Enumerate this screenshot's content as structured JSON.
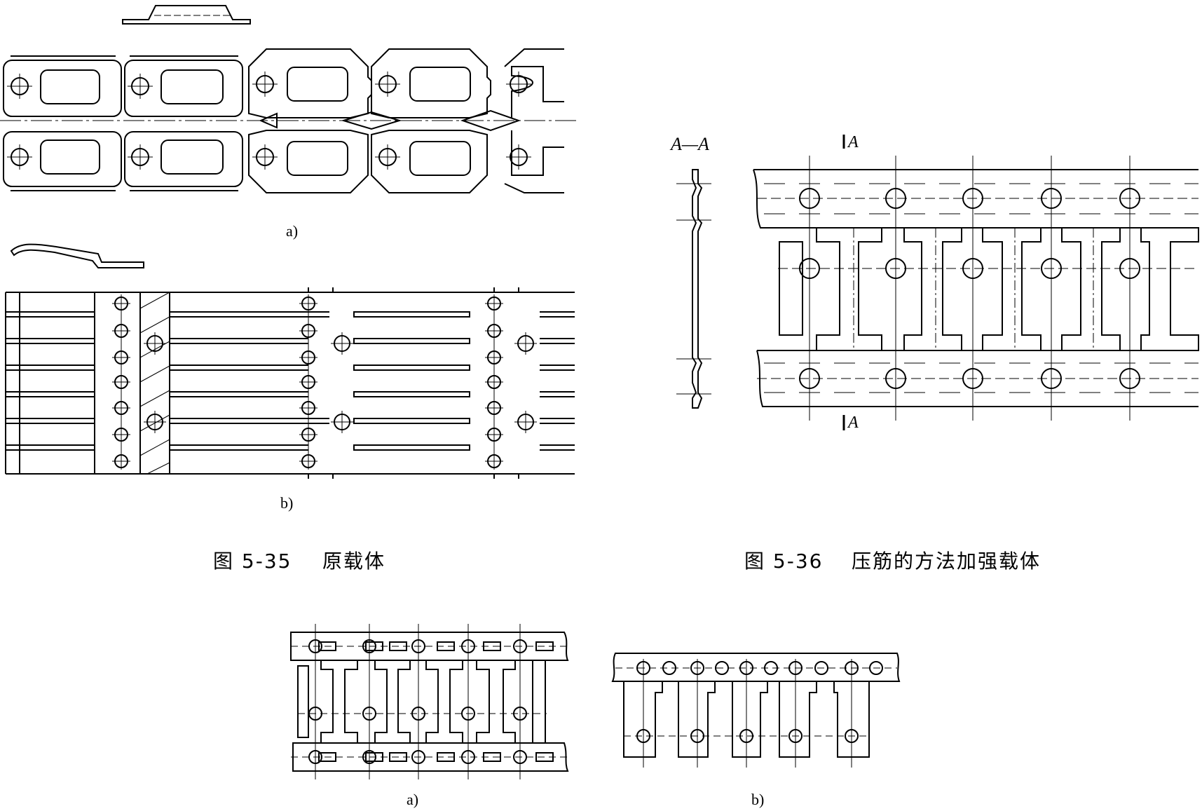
{
  "figures": {
    "fig_5_35": {
      "caption_number": "图 5-35",
      "caption_title": "原载体",
      "sub_a_label": "a)",
      "sub_b_label": "b)"
    },
    "fig_5_36": {
      "caption_number": "图 5-36",
      "caption_title": "压筋的方法加强载体",
      "section_label": "A—A",
      "section_mark_top": "A",
      "section_mark_bottom": "A"
    },
    "fig_5_37": {
      "sub_a_label": "a)",
      "sub_b_label": "b)"
    }
  },
  "colors": {
    "line": "#000000",
    "background": "#ffffff"
  }
}
